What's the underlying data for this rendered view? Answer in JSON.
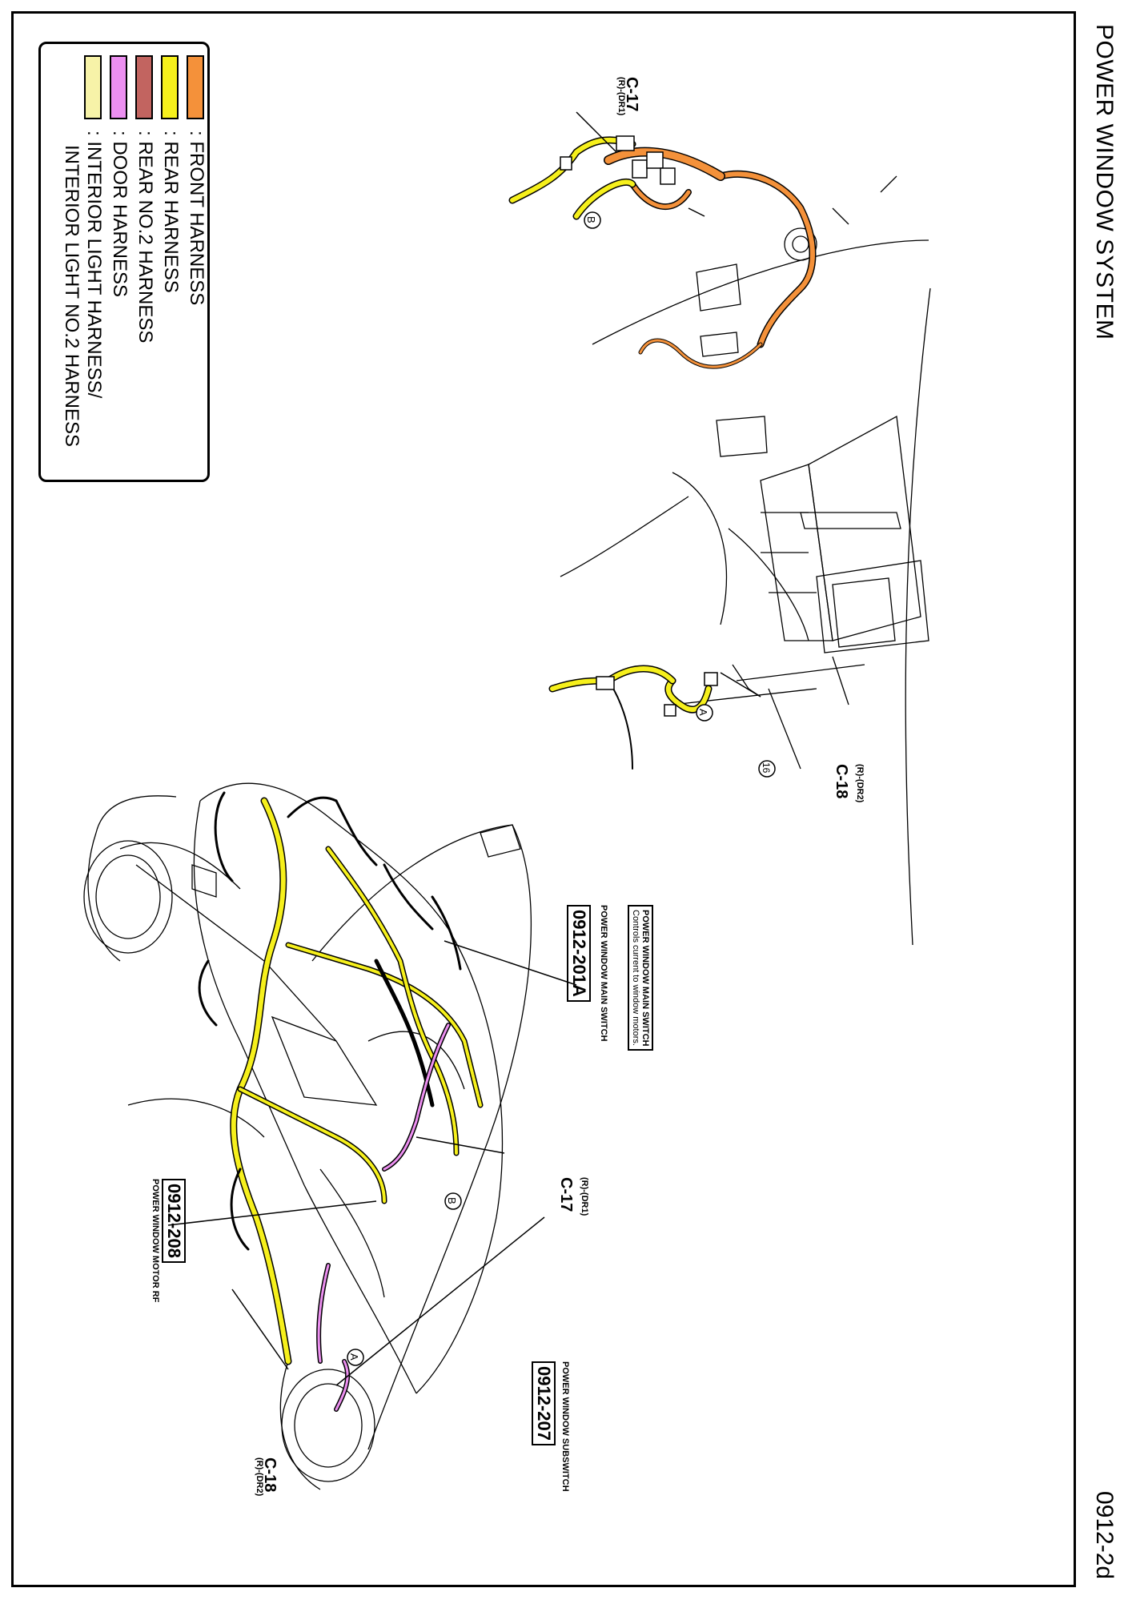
{
  "header": {
    "title": "POWER WINDOW SYSTEM",
    "page_id": "0912-2d"
  },
  "legend": {
    "items": [
      {
        "label": ": FRONT HARNESS",
        "color": "#f4913a"
      },
      {
        "label": ": REAR HARNESS",
        "color": "#f6f01c"
      },
      {
        "label": ": REAR NO.2 HARNESS",
        "color": "#c26460"
      },
      {
        "label": ": DOOR HARNESS",
        "color": "#ec8ff0"
      },
      {
        "label": ": INTERIOR LIGHT HARNESS/",
        "color": "#f7f3a8"
      }
    ],
    "continuation": "INTERIOR LIGHT NO.2 HARNESS"
  },
  "connectors": {
    "c17_top": {
      "name": "C-17",
      "sub": "(R)-(DR1)"
    },
    "c18_top": {
      "name": "C-18",
      "sub": "(R)-(DR2)"
    },
    "c17_car": {
      "name": "C-17",
      "sub": "(R)-(DR1)"
    },
    "c18_car": {
      "name": "C-18",
      "sub": "(R)-(DR2)"
    }
  },
  "markers": {
    "a": "A",
    "b": "B",
    "n16": "16"
  },
  "callouts": {
    "main_switch": {
      "title": "POWER WINDOW MAIN SWITCH",
      "desc": "Controls current to window motors.",
      "id": "0912-201A",
      "label": "POWER WINDOW MAIN SWITCH"
    },
    "motor_rf": {
      "id": "0912-208",
      "label": "POWER WINDOW MOTOR RF"
    },
    "subswitch": {
      "id": "0912-207",
      "label": "POWER WINDOW SUBSWITCH"
    }
  }
}
